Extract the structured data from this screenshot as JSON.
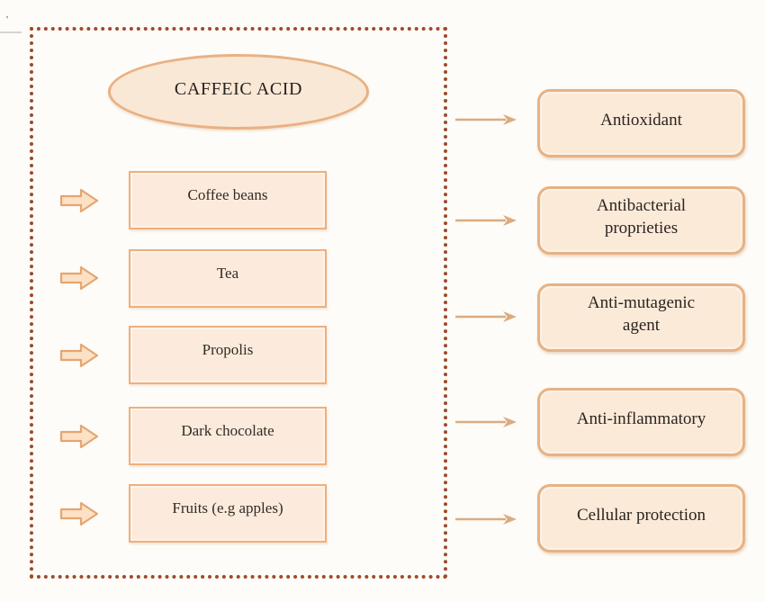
{
  "artifacts": {
    "top_left_mark": "'"
  },
  "diagram": {
    "compound": {
      "name": "CAFFEIC ACID"
    },
    "sources": {
      "arrow_icon": "block-right-arrow",
      "items": [
        {
          "label": "Coffee beans"
        },
        {
          "label": "Tea"
        },
        {
          "label": "Propolis"
        },
        {
          "label": "Dark chocolate"
        },
        {
          "label": "Fruits (e.g apples)"
        }
      ]
    },
    "properties": {
      "arrow_icon": "thin-right-arrow",
      "items": [
        {
          "label": "Antioxidant",
          "line1": "Antioxidant",
          "line2": ""
        },
        {
          "label": "Antibacterial proprieties",
          "line1": "Antibacterial",
          "line2": "proprieties"
        },
        {
          "label": "Anti-mutagenic agent",
          "line1": "Anti-mutagenic",
          "line2": "agent"
        },
        {
          "label": "Anti-inflammatory",
          "line1": "Anti-inflammatory",
          "line2": ""
        },
        {
          "label": "Cellular protection",
          "line1": "Cellular protection",
          "line2": ""
        }
      ]
    },
    "colors": {
      "background": "#fdfcf8",
      "dotted_border": "#9e4a2b",
      "box_fill": "#fcebdc",
      "box_border": "#efaf7e",
      "rounded_box_fill": "#fcead9",
      "rounded_box_border": "#e6b286",
      "ellipse_fill": "#fae8d6",
      "ellipse_border": "#e9b183",
      "block_arrow_fill": "#fce1c5",
      "block_arrow_stroke": "#e5a572",
      "thin_arrow": "#dcab7e",
      "text": "#2b2520"
    }
  }
}
